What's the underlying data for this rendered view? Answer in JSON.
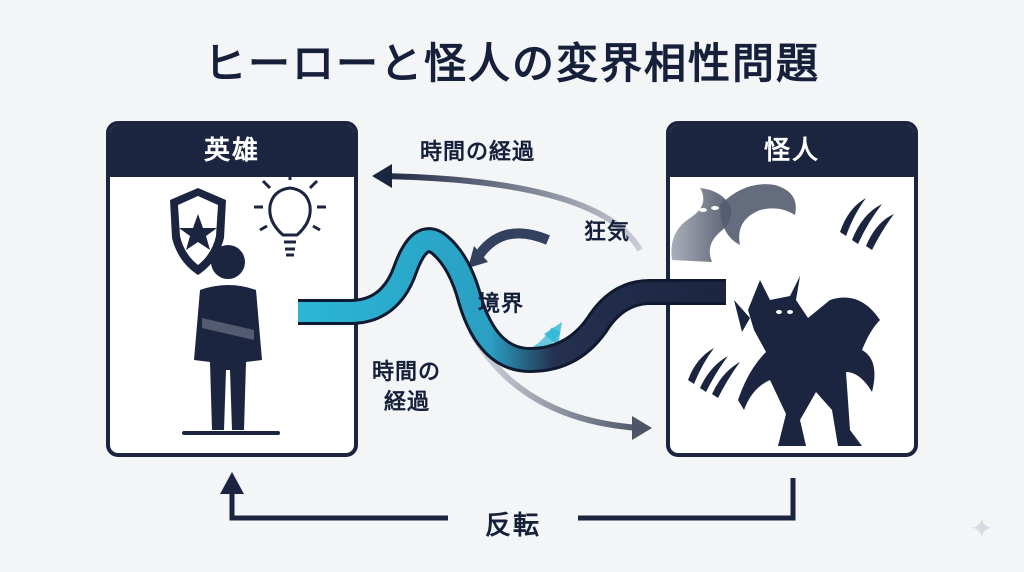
{
  "title": "ヒーローと怪人の変界相性問題",
  "left_panel": {
    "header": "英雄"
  },
  "right_panel": {
    "header": "怪人"
  },
  "labels": {
    "time_top": "時間の経過",
    "madness": "狂気",
    "boundary": "境界",
    "time_mid_line1": "時間の",
    "time_mid_line2": "経過",
    "reversal": "反転"
  },
  "colors": {
    "navy": "#1b2540",
    "cyan": "#2bb6d6",
    "gray": "#6e7485"
  }
}
